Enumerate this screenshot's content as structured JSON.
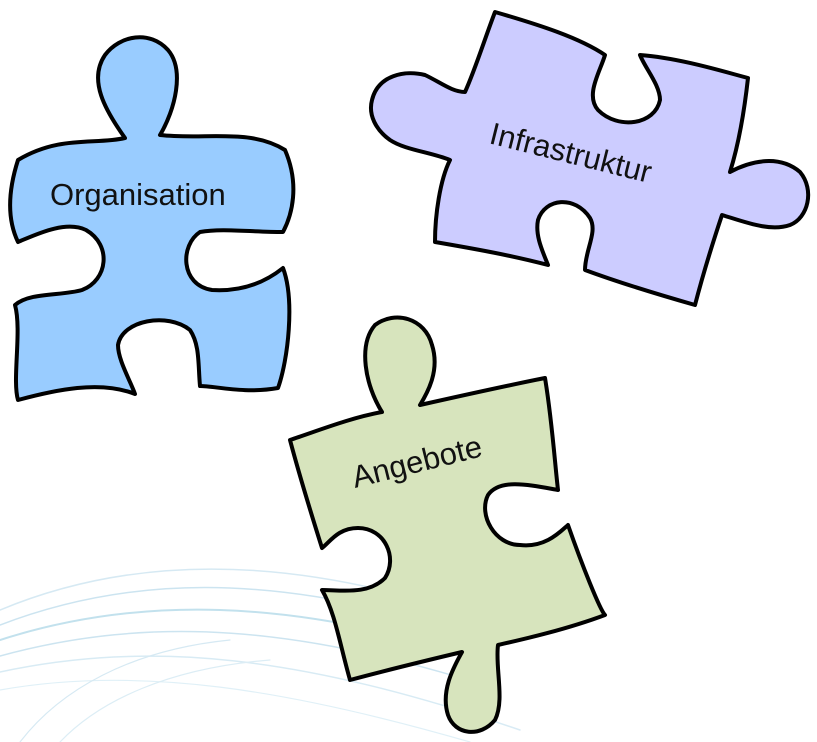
{
  "pieces": [
    {
      "id": "organisation",
      "label": "Organisation",
      "fill": "#99ccff"
    },
    {
      "id": "infrastruktur",
      "label": "Infrastruktur",
      "fill": "#ccccff"
    },
    {
      "id": "angebote",
      "label": "Angebote",
      "fill": "#d7e4bd"
    }
  ],
  "background": {
    "swoosh_color": "#b8dcea"
  },
  "outline_color": "#000000"
}
